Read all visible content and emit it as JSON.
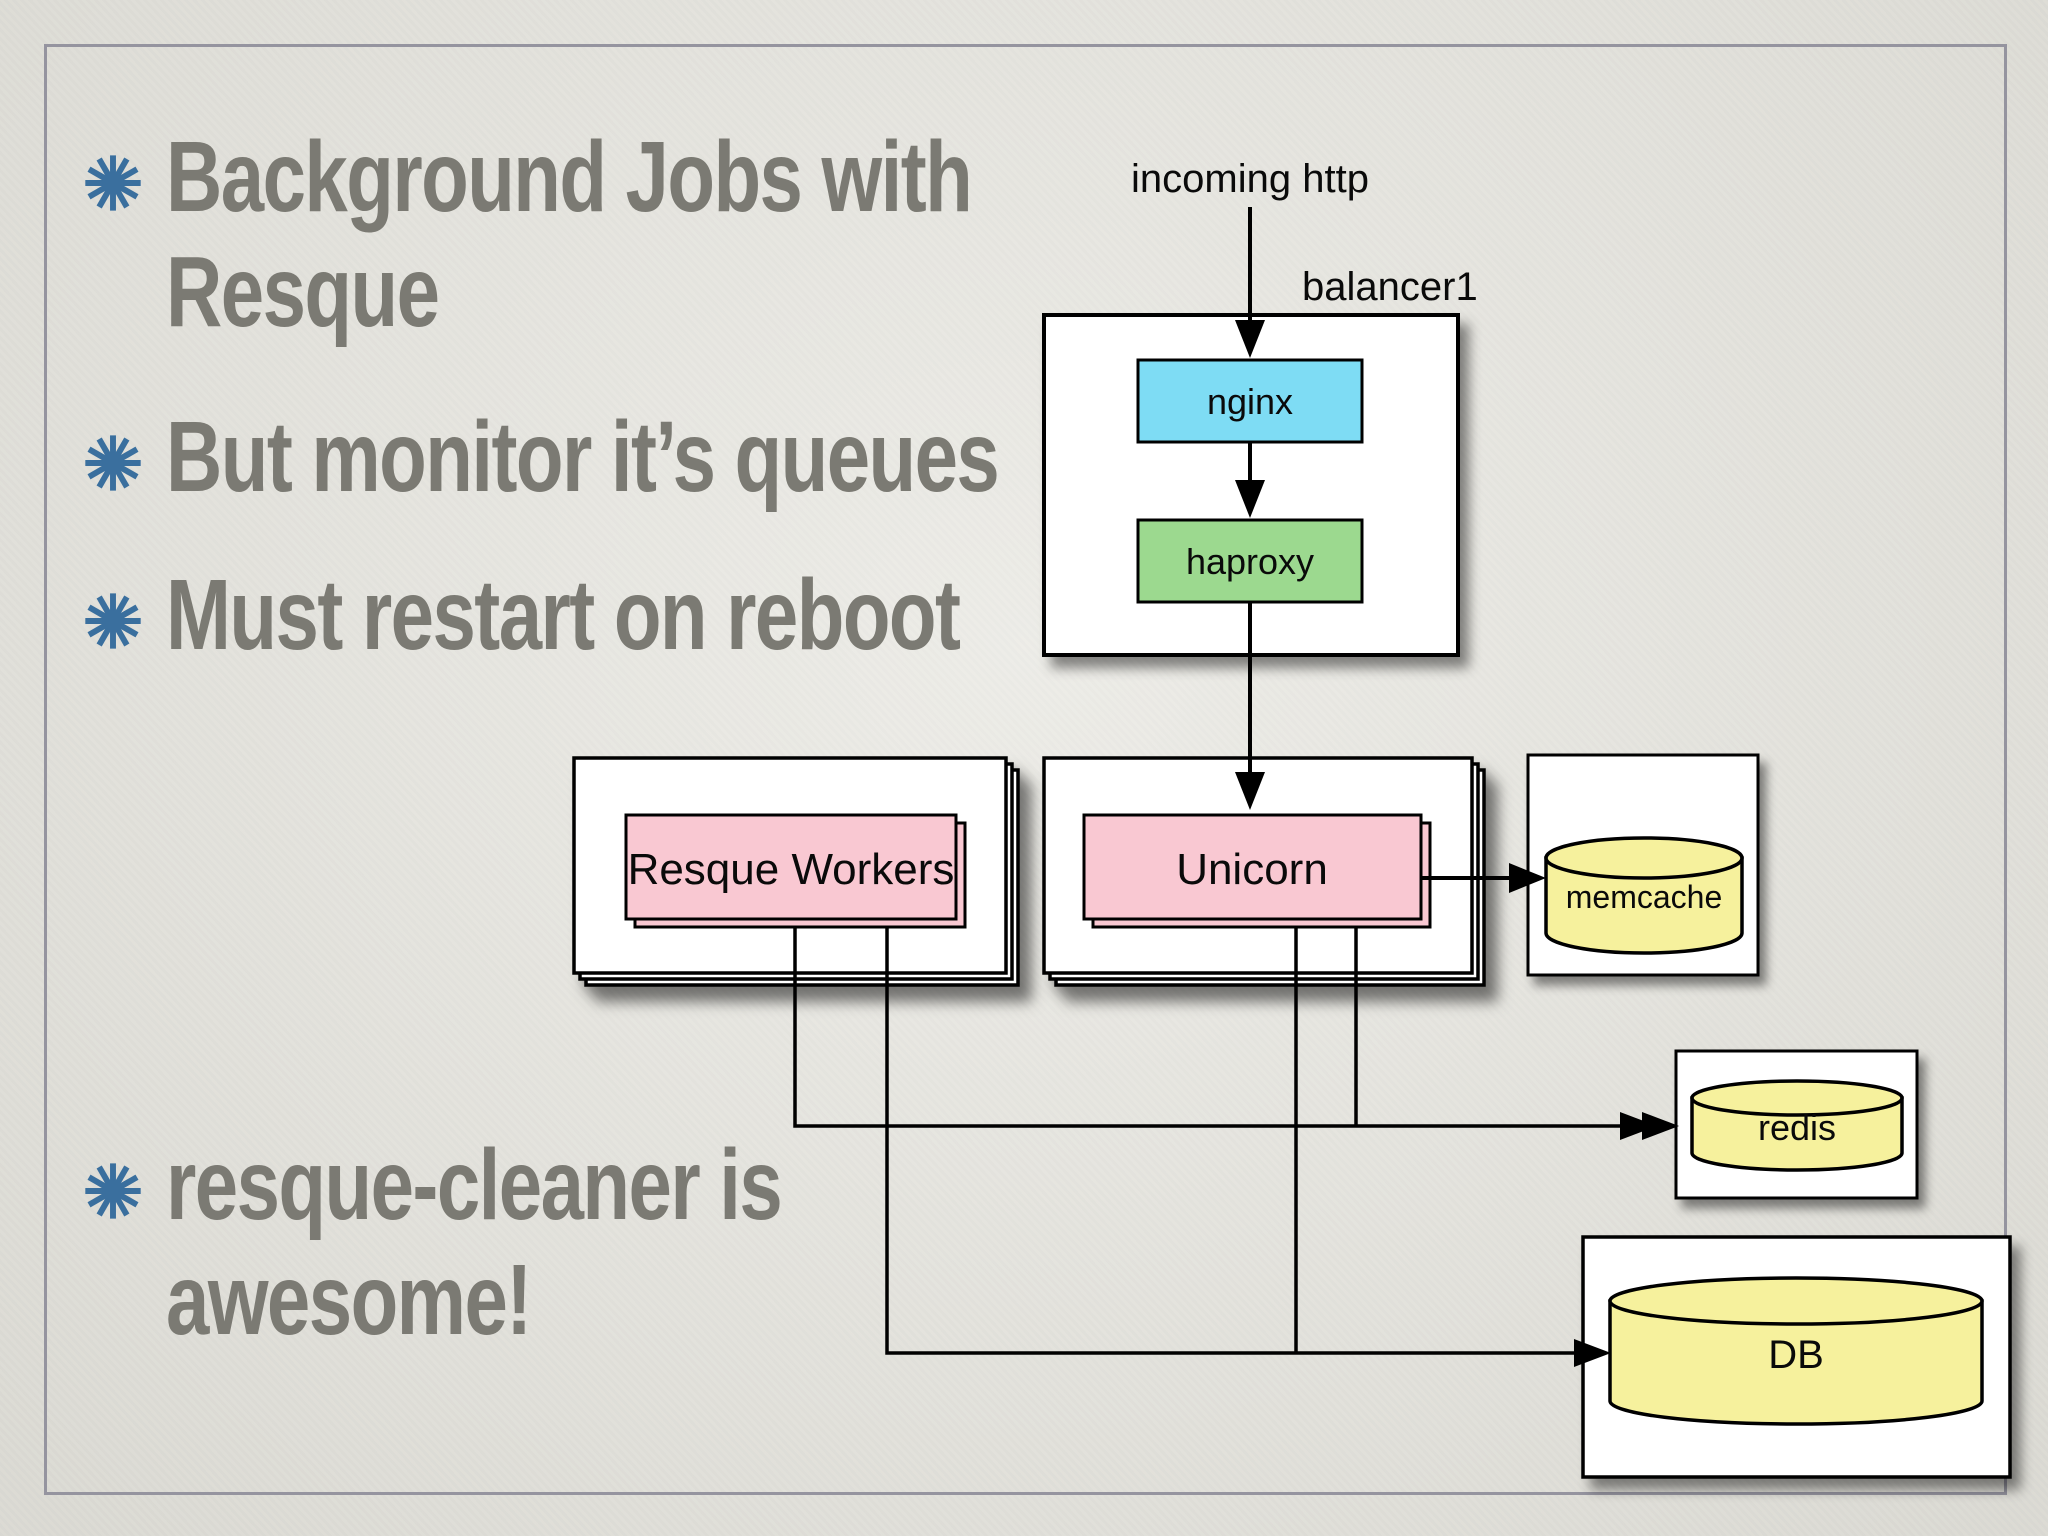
{
  "slide": {
    "background_color": "#e6e5de",
    "frame_color": "#95949f",
    "text_color": "#7b7a73",
    "bullet_color": "#3a6f9e",
    "bullets": [
      {
        "lines": [
          "Background Jobs with",
          "Resque"
        ]
      },
      {
        "lines": [
          "But monitor it’s queues"
        ]
      },
      {
        "lines": [
          "Must restart on reboot"
        ]
      },
      {
        "lines": [
          "resque-cleaner is",
          "awesome!"
        ]
      }
    ]
  },
  "diagram": {
    "labels": {
      "incoming": "incoming http",
      "balancer": "balancer1"
    },
    "nodes": {
      "nginx": {
        "label": "nginx",
        "fill": "#7edcf4"
      },
      "haproxy": {
        "label": "haproxy",
        "fill": "#9cd98f"
      },
      "resque_workers": {
        "label": "Resque Workers",
        "fill": "#f9c8d2"
      },
      "unicorn": {
        "label": "Unicorn",
        "fill": "#f9c8d2"
      },
      "memcache": {
        "label": "memcache",
        "fill": "#f6f19d"
      },
      "redis": {
        "label": "redis",
        "fill": "#f6f19d"
      },
      "db": {
        "label": "DB",
        "fill": "#f6f19d"
      }
    },
    "line_color": "#000000"
  }
}
